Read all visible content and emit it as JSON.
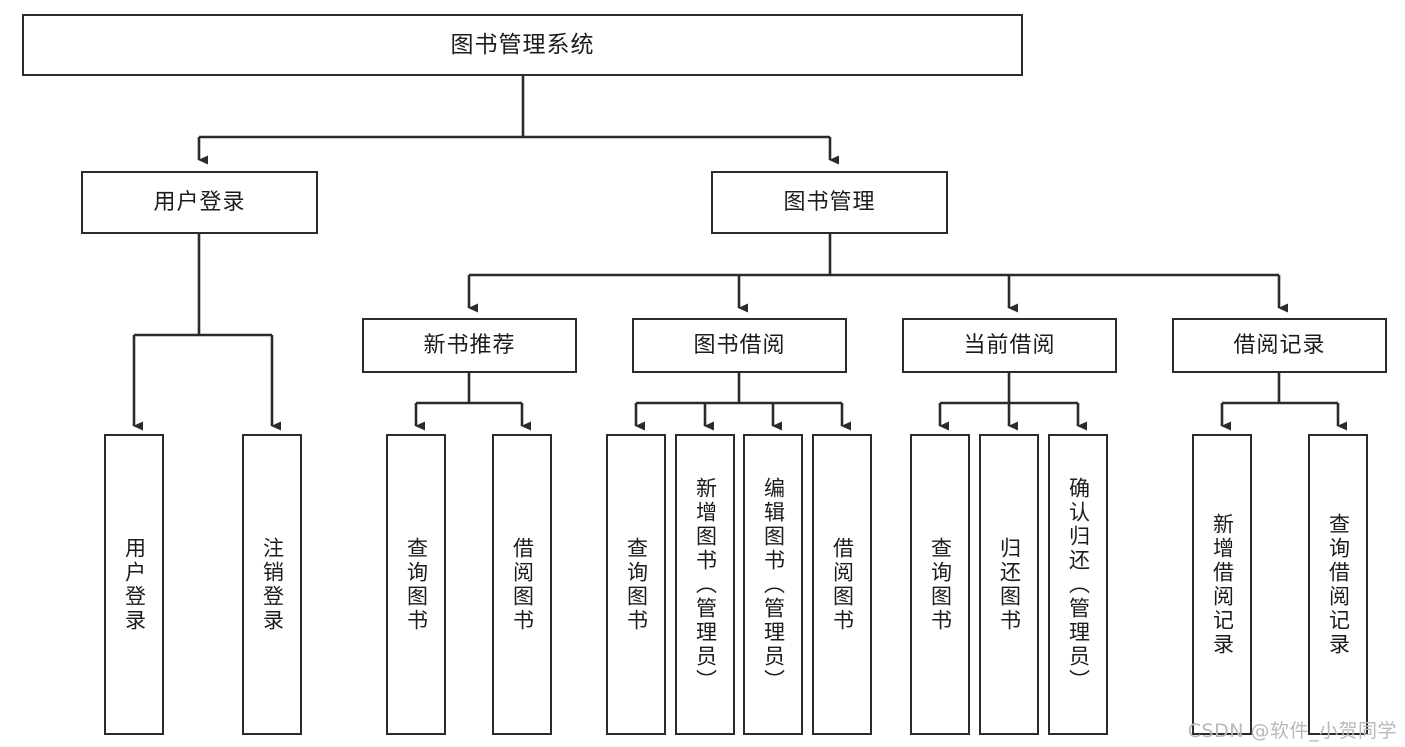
{
  "diagram": {
    "title": "图书管理系统",
    "type": "tree-hierarchy-diagram",
    "watermark": "CSDN @软件_小贺同学",
    "style": {
      "box_fill": "#ffffff",
      "box_stroke": "#2b2b2b",
      "connector_color": "#2b2b2b",
      "text_color": "#1c1c1c",
      "background": "#ffffff"
    },
    "root": {
      "label": "图书管理系统"
    },
    "level2": [
      {
        "key": "user_login",
        "label": "用户登录"
      },
      {
        "key": "book_manage",
        "label": "图书管理"
      }
    ],
    "level3": [
      {
        "key": "new_book_rec",
        "label": "新书推荐",
        "parent": "book_manage"
      },
      {
        "key": "book_borrow",
        "label": "图书借阅",
        "parent": "book_manage"
      },
      {
        "key": "current_borrow",
        "label": "当前借阅",
        "parent": "book_manage"
      },
      {
        "key": "borrow_record",
        "label": "借阅记录",
        "parent": "book_manage"
      }
    ],
    "leaves": [
      {
        "key": "leaf_user_login",
        "label": "用户登录",
        "parent": "user_login"
      },
      {
        "key": "leaf_user_logout",
        "label": "注销登录",
        "parent": "user_login"
      },
      {
        "key": "leaf_query_book_1",
        "label": "查询图书",
        "parent": "new_book_rec"
      },
      {
        "key": "leaf_borrow_book_1",
        "label": "借阅图书",
        "parent": "new_book_rec"
      },
      {
        "key": "leaf_query_book_2",
        "label": "查询图书",
        "parent": "book_borrow"
      },
      {
        "key": "leaf_add_book",
        "label": "新增图书（管理员）",
        "parent": "book_borrow"
      },
      {
        "key": "leaf_edit_book",
        "label": "编辑图书（管理员）",
        "parent": "book_borrow"
      },
      {
        "key": "leaf_borrow_book_2",
        "label": "借阅图书",
        "parent": "book_borrow"
      },
      {
        "key": "leaf_query_book_3",
        "label": "查询图书",
        "parent": "current_borrow"
      },
      {
        "key": "leaf_return_book",
        "label": "归还图书",
        "parent": "current_borrow"
      },
      {
        "key": "leaf_confirm_return",
        "label": "确认归还（管理员）",
        "parent": "current_borrow"
      },
      {
        "key": "leaf_add_record",
        "label": "新增借阅记录",
        "parent": "borrow_record"
      },
      {
        "key": "leaf_query_record",
        "label": "查询借阅记录",
        "parent": "borrow_record"
      }
    ]
  }
}
